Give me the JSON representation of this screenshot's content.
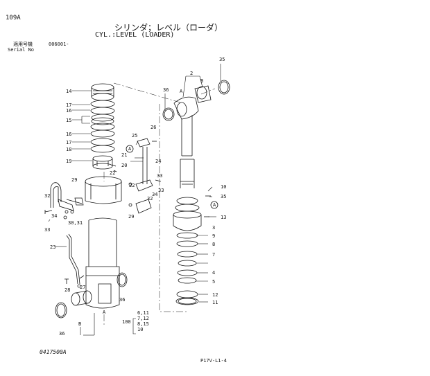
{
  "header": {
    "page_code": "109A",
    "title_jp": "シリンダ；レベル（ローダ）",
    "title_en": "CYL.:LEVEL (LOADER)",
    "serial_label_jp": "適用号機",
    "serial_value": "006001-",
    "serial_label_en": "Serial No"
  },
  "parts": {
    "p2": "2",
    "p3": "3",
    "p4": "4",
    "p5": "5",
    "p7": "7",
    "p8": "8",
    "p9": "9",
    "p10": "10",
    "p11": "11",
    "p12": "12",
    "p13": "13",
    "p14": "14",
    "p15": "15",
    "p16": "16",
    "p17": "17",
    "p18": "18",
    "p19": "19",
    "p20": "20",
    "p21": "21",
    "p22": "22",
    "p23": "23",
    "p24": "24",
    "p25": "25",
    "p26": "26",
    "p27": "27",
    "p28": "28",
    "p29": "29",
    "p30_31": "30,31",
    "p32": "32",
    "p33": "33",
    "p34": "34",
    "p35": "35",
    "p36": "36",
    "p100": "100"
  },
  "part_group": [
    "6,11",
    "7,12",
    "8,15",
    "10"
  ],
  "ref_letters": {
    "a": "A",
    "b": "B"
  },
  "footer": {
    "drawing_no": "0417500A",
    "page_ref": "P17V-L1-4"
  }
}
